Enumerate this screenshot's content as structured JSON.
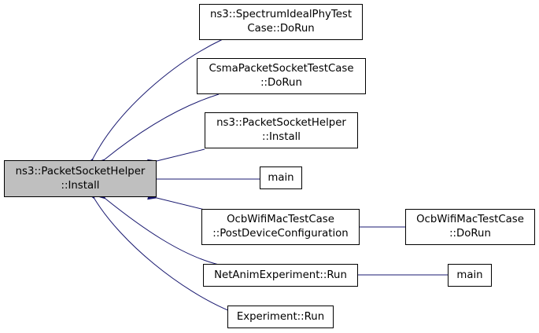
{
  "diagram": {
    "nodes": {
      "root": {
        "line1": "ns3::PacketSocketHelper",
        "line2": "::Install"
      },
      "spectrum": {
        "line1": "ns3::SpectrumIdealPhyTest",
        "line2": "Case::DoRun"
      },
      "csma": {
        "line1": "CsmaPacketSocketTestCase",
        "line2": "::DoRun"
      },
      "pshelper": {
        "line1": "ns3::PacketSocketHelper",
        "line2": "::Install"
      },
      "main1": {
        "line1": "main"
      },
      "ocbpdc": {
        "line1": "OcbWifiMacTestCase",
        "line2": "::PostDeviceConfiguration"
      },
      "ocbrun": {
        "line1": "OcbWifiMacTestCase",
        "line2": "::DoRun"
      },
      "netanim": {
        "line1": "NetAnimExperiment::Run"
      },
      "main2": {
        "line1": "main"
      },
      "experiment": {
        "line1": "Experiment::Run"
      }
    },
    "colors": {
      "edge": "#191970",
      "focus_fill": "#bfbfbf"
    }
  }
}
